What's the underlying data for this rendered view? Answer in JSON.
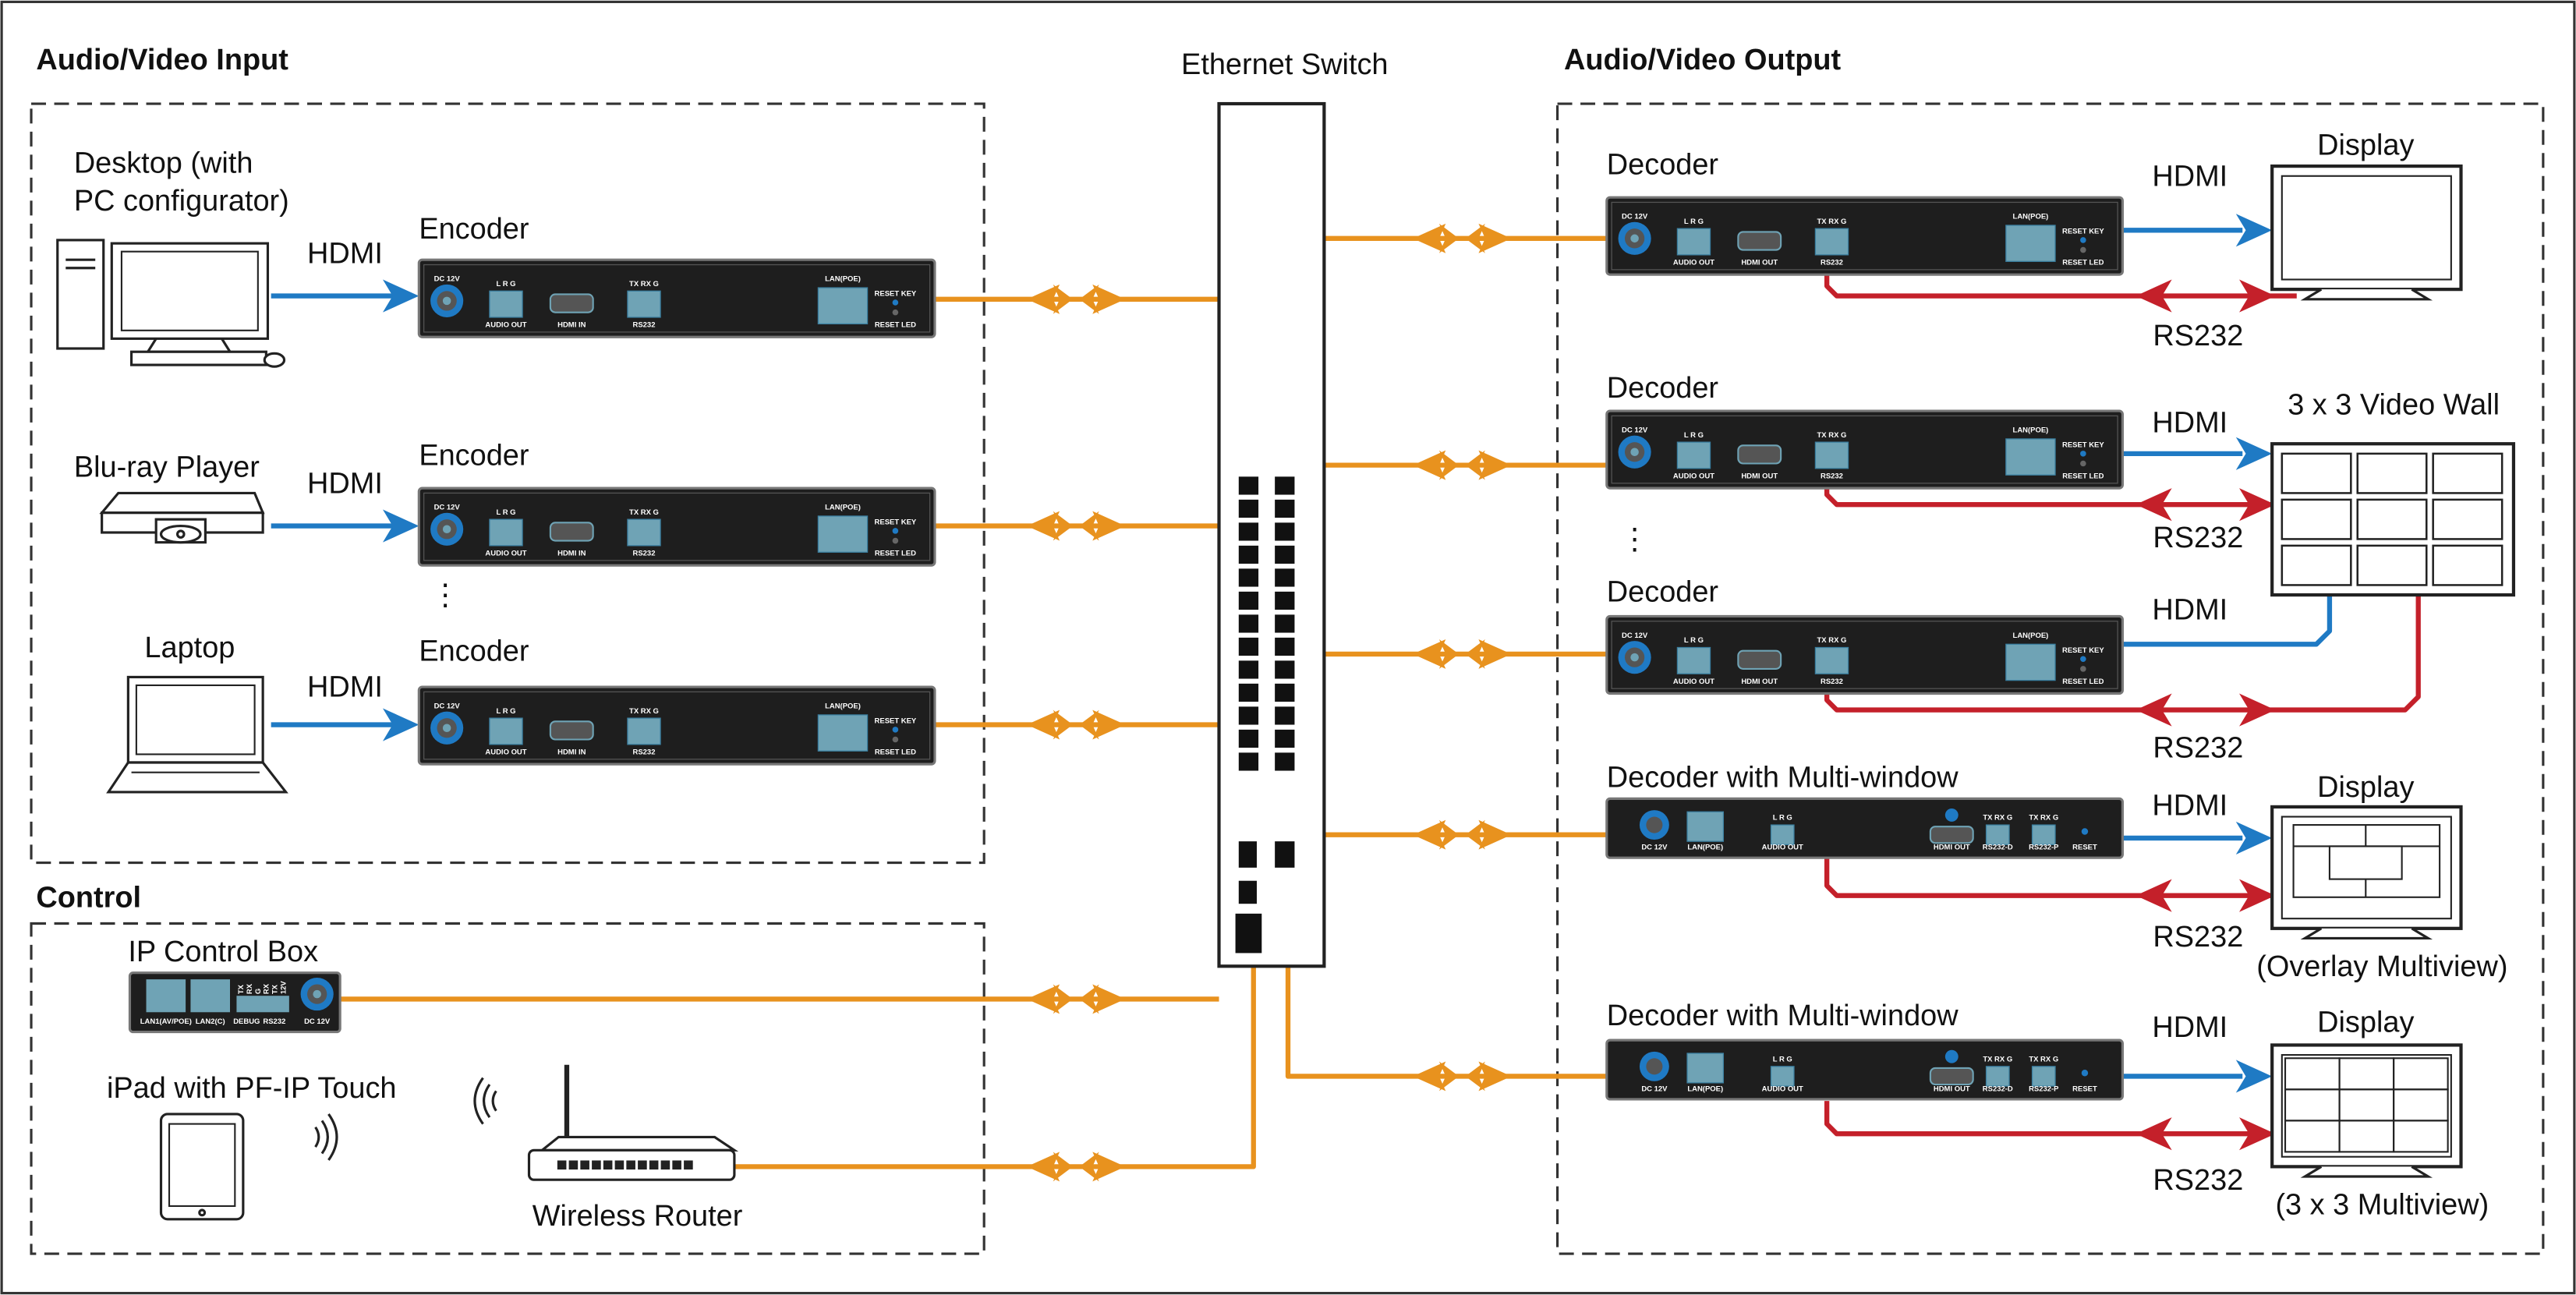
{
  "colors": {
    "ethernet": "#e8921e",
    "hdmi": "#1f7ac4",
    "rs232": "#c4202a",
    "device": "#1e1e1e",
    "port": "#6fa3b5"
  },
  "sections": {
    "input": "Audio/Video Input",
    "control": "Control",
    "switch": "Ethernet Switch",
    "output": "Audio/Video Output"
  },
  "sources": [
    {
      "label_lines": [
        "Desktop (with",
        "PC configurator)"
      ],
      "link": "HDMI",
      "icon": "desktop-pc-icon"
    },
    {
      "label_lines": [
        "Blu-ray Player"
      ],
      "link": "HDMI",
      "icon": "bluray-player-icon"
    },
    {
      "label_lines": [
        "Laptop"
      ],
      "link": "HDMI",
      "icon": "laptop-icon"
    }
  ],
  "ellipsis": "⋮",
  "encoder": {
    "label": "Encoder",
    "ports": {
      "dc": "DC 12V",
      "lrg": "L  R  G",
      "audio": "AUDIO OUT",
      "hdmi": "HDMI IN",
      "txrx": "TX RX  G",
      "rs232": "RS232",
      "lan": "LAN(POE)",
      "reset_key": "RESET KEY",
      "reset_led": "RESET LED"
    }
  },
  "decoder": {
    "label": "Decoder",
    "ports": {
      "dc": "DC 12V",
      "lrg": "L  R  G",
      "audio": "AUDIO OUT",
      "hdmi": "HDMI OUT",
      "txrx": "TX RX  G",
      "rs232": "RS232",
      "lan": "LAN(POE)",
      "reset_key": "RESET KEY",
      "reset_led": "RESET LED"
    }
  },
  "mw_decoder": {
    "label": "Decoder with Multi-window",
    "ports": {
      "dc": "DC 12V",
      "lan": "LAN(POE)",
      "lrg": "L  R  G",
      "audio": "AUDIO OUT",
      "hdmi": "HDMI OUT",
      "txrx": "TX RX  G",
      "rs232d": "RS232-D",
      "rs232p": "RS232-P",
      "reset": "RESET"
    }
  },
  "outputs": [
    {
      "link": "HDMI",
      "serial": "RS232",
      "label": "Display",
      "caption": ""
    },
    {
      "link": "HDMI",
      "serial": "RS232",
      "label": "3 x 3 Video Wall",
      "caption": ""
    },
    {
      "link": "HDMI",
      "serial": "RS232",
      "label": "",
      "caption": ""
    },
    {
      "link": "HDMI",
      "serial": "RS232",
      "label": "Display",
      "caption": "(Overlay Multiview)"
    },
    {
      "link": "HDMI",
      "serial": "RS232",
      "label": "Display",
      "caption": "(3 x 3 Multiview)"
    }
  ],
  "control": {
    "ip_box": {
      "label": "IP Control Box",
      "ports": [
        "LAN1(AV/POE)",
        "LAN2(C)",
        "RS232",
        "DC 12V"
      ],
      "pins": [
        "TX",
        "RX",
        "G",
        "RX",
        "TX",
        "12V"
      ],
      "debug": "DEBUG"
    },
    "ipad": "iPad with PF-IP Touch",
    "router": "Wireless Router"
  }
}
